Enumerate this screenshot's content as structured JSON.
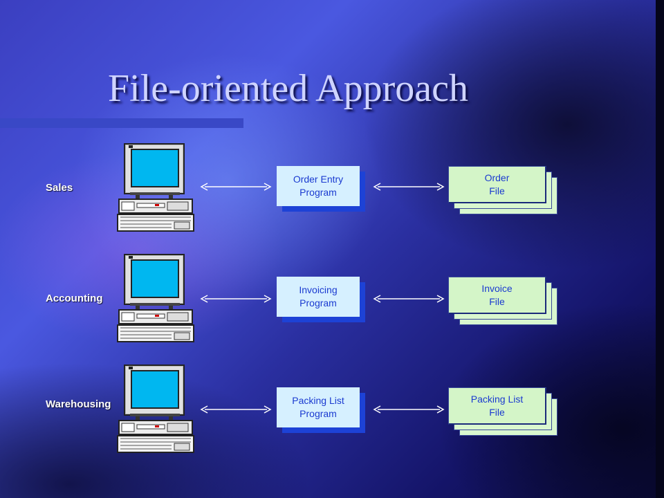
{
  "slide": {
    "title": "File-oriented Approach"
  },
  "colors": {
    "program_face": "#d6f0ff",
    "program_shadow": "#1d42d6",
    "file_face": "#d4f5c8",
    "label_text": "#1a3ad0",
    "title_text": "#cfd4ff"
  },
  "rows": [
    {
      "department": "Sales",
      "program": [
        "Order Entry",
        "Program"
      ],
      "file": [
        "Order",
        "File"
      ]
    },
    {
      "department": "Accounting",
      "program": [
        "Invoicing",
        "Program"
      ],
      "file": [
        "Invoice",
        "File"
      ]
    },
    {
      "department": "Warehousing",
      "program": [
        "Packing List",
        "Program"
      ],
      "file": [
        "Packing List",
        "File"
      ]
    }
  ],
  "icons": {
    "workstation": "desktop-computer-icon",
    "connector": "double-headed-arrow"
  }
}
